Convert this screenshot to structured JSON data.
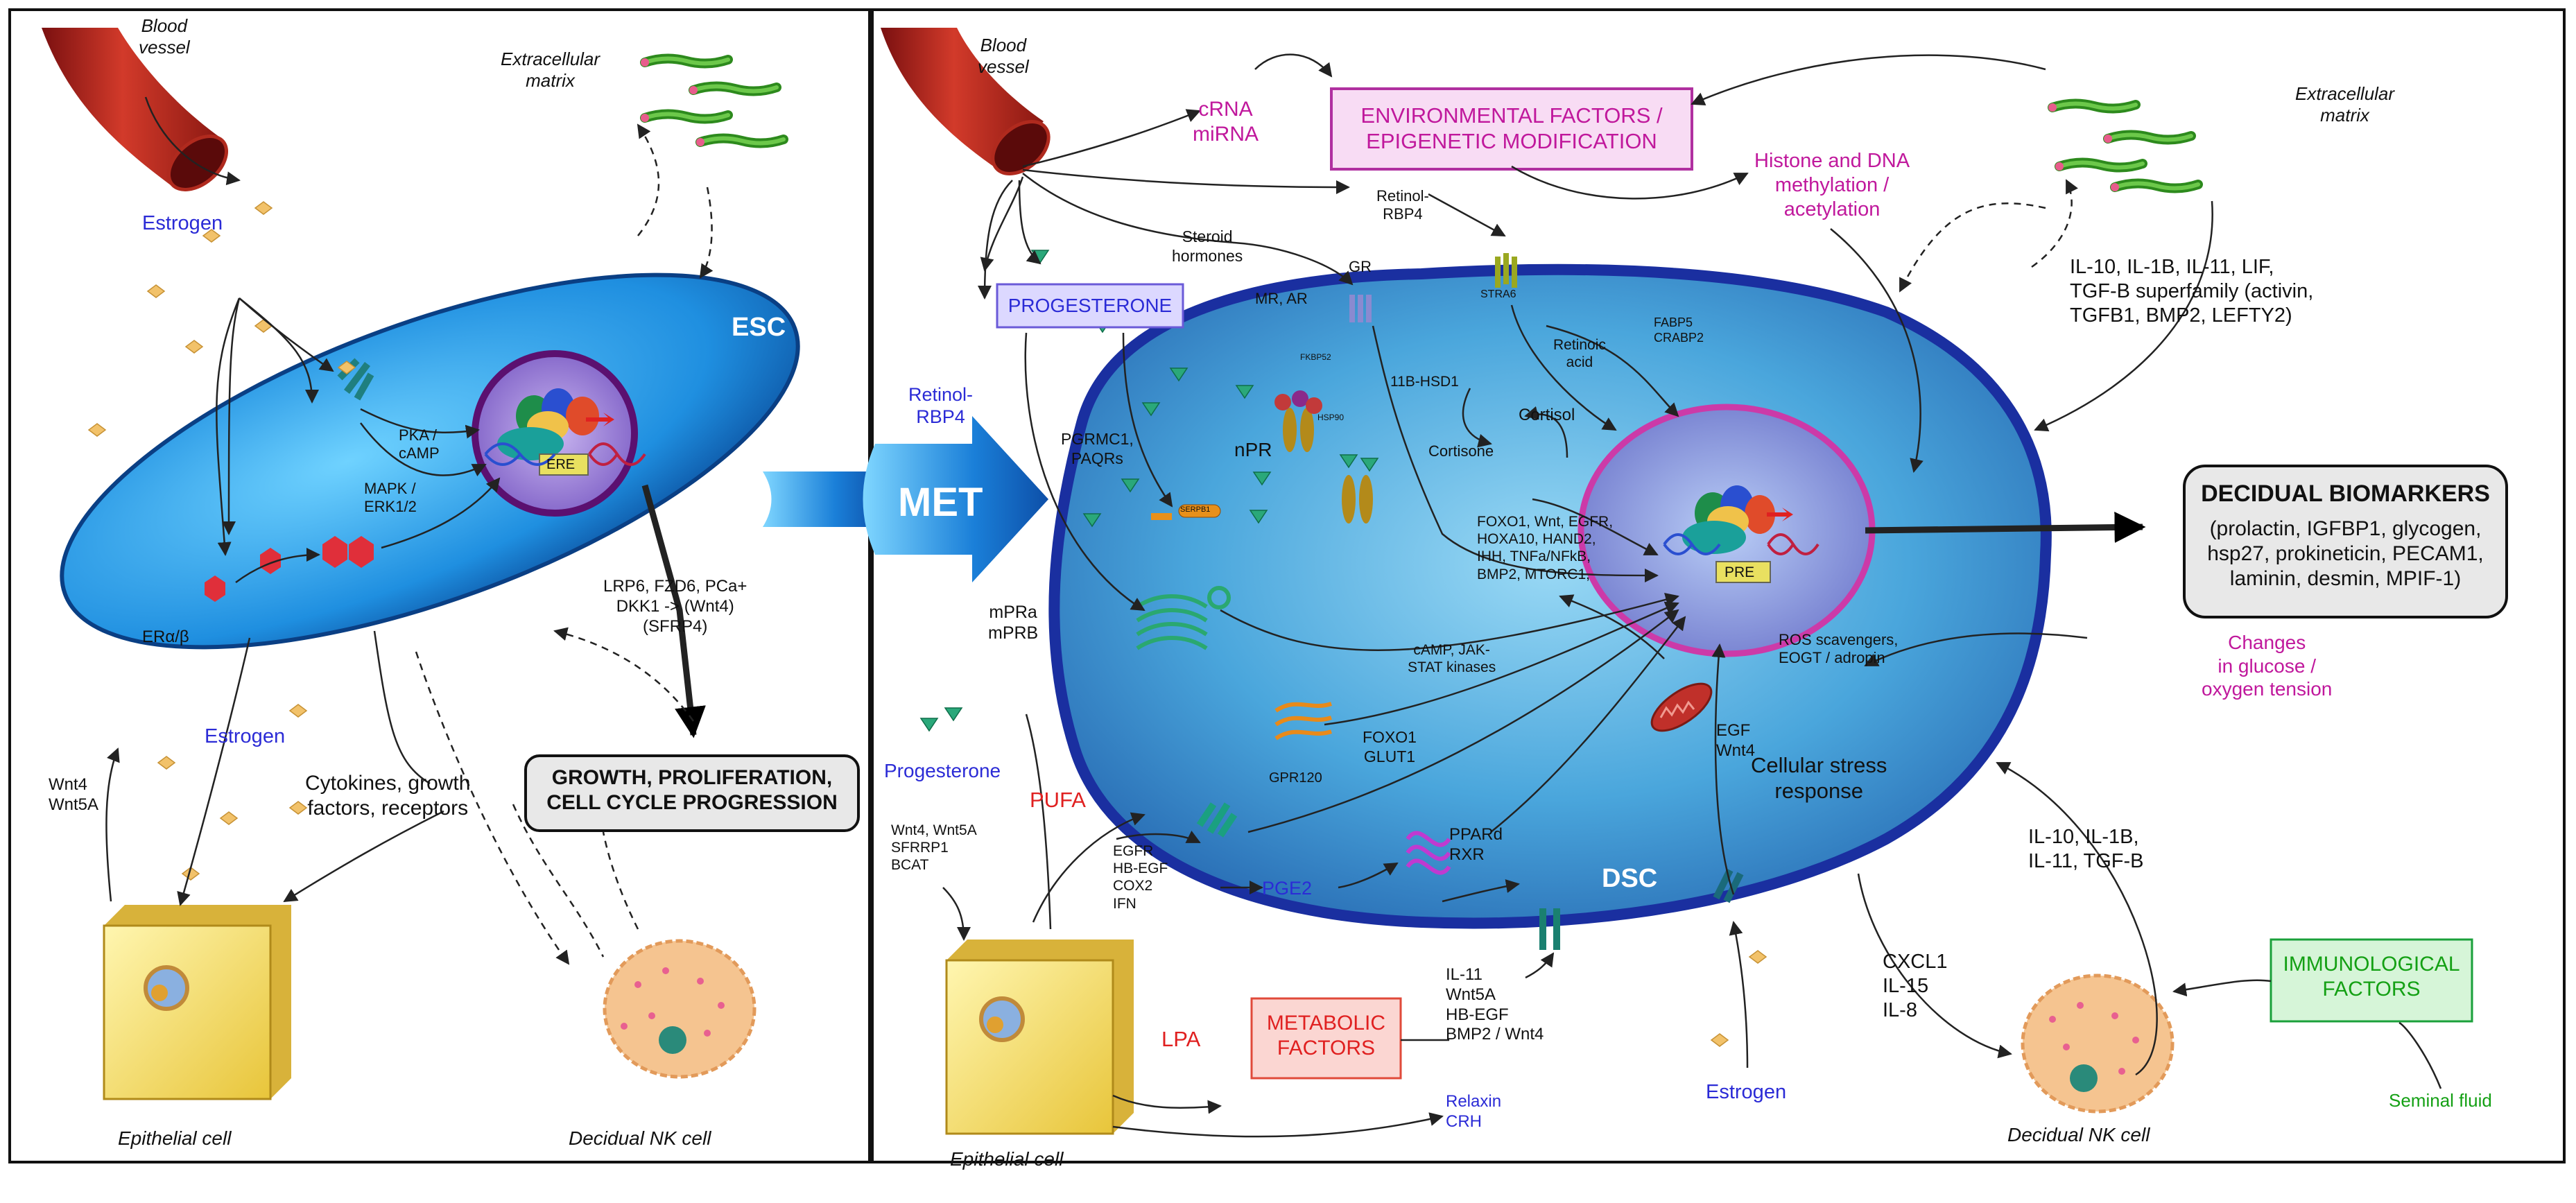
{
  "left_panel": {
    "blood_vessel": "Blood\nvessel",
    "ecm": "Extracellular\nmatrix",
    "estrogen_top": "Estrogen",
    "pka": "PKA /\ncAMP",
    "mapk": "MAPK /\nERK1/2",
    "esc": "ESC",
    "ere": "ERE",
    "er": "ERα/β",
    "lrp6": "LRP6, FZD6, PCa+\nDKK1 -> (Wnt4)\n(SFRP4)",
    "estrogen_bottom": "Estrogen",
    "wnt_left": "Wnt4\nWnt5A",
    "cytokines": "Cytokines, growth\nfactors, receptors",
    "growth_box": "GROWTH, PROLIFERATION,\nCELL CYCLE PROGRESSION",
    "epithelial": "Epithelial cell",
    "nk": "Decidual NK cell"
  },
  "met": "MET",
  "right_panel": {
    "blood_vessel": "Blood\nvessel",
    "crna": "cRNA\nmiRNA",
    "env_box": "ENVIRONMENTAL FACTORS /\nEPIGENETIC MODIFICATION",
    "histone": "Histone and DNA\nmethylation /\nacetylation",
    "ecm": "Extracellular\nmatrix",
    "ecm_factors": "IL-10, IL-1B, IL-11, LIF,\nTGF-B superfamily (activin,\nTGFB1, BMP2, LEFTY2)",
    "retinol_rbp4_top": "Retinol-\nRBP4",
    "steroid": "Steroid\nhormones",
    "stra6": "STRA6",
    "gr": "GR",
    "mr_ar": "MR, AR",
    "fabp5": "FABP5\nCRABP2",
    "retinoic": "Retinoic\nacid",
    "progesterone_box": "PROGESTERONE",
    "retinol_rbp4_left": "Retinol-\nRBP4",
    "hsd": "11B-HSD1",
    "fkbp": "FKBP52",
    "hsp90": "HSP90",
    "npr": "nPR",
    "cortisone": "Cortisone",
    "cortisol": "Cortisol",
    "pgrmc": "PGRMC1,\nPAQRs",
    "serpb": "SERPB1",
    "targets": "FOXO1, Wnt, EGFR,\nHOXA10, HAND2,\nIHH, TNFa/NFkB,\nBMP2, MTORC1,",
    "pre": "PRE",
    "mpr": "mPRa\nmPRB",
    "camp_jak": "cAMP, JAK-\nSTAT kinases",
    "ros": "ROS scavengers,\nEOGT / adropin",
    "foxo_glut": "FOXO1\nGLUT1",
    "gpr120": "GPR120",
    "stress": "Cellular stress\nresponse",
    "egf_wnt": "EGF\nWnt4",
    "glucose": "Changes\nin glucose /\noxygen tension",
    "decidual_biomarkers_title": "DECIDUAL BIOMARKERS",
    "decidual_biomarkers_body": "(prolactin, IGFBP1, glycogen,\nhsp27, prokineticin, PECAM1,\nlaminin, desmin, MPIF-1)",
    "progesterone_low": "Progesterone",
    "wnt_sfrp": "Wnt4, Wnt5A\nSFRRP1\nBCAT",
    "pufa": "PUFA",
    "egfr_list": "EGFR\nHB-EGF\nCOX2\nIFN",
    "pge2": "PGE2",
    "ppar": "PPARd\nRXR",
    "dsc": "DSC",
    "il_list": "IL-11\nWnt5A\nHB-EGF\nBMP2 / Wnt4",
    "relaxin": "Relaxin\nCRH",
    "lpa": "LPA",
    "metabolic_box": "METABOLIC\nFACTORS",
    "epithelial": "Epithelial cell",
    "estrogen": "Estrogen",
    "cxcl": "CXCL1\nIL-15\nIL-8",
    "il10_list": "IL-10, IL-1B,\nIL-11, TGF-B",
    "immuno_box": "IMMUNOLOGICAL\nFACTORS",
    "seminal": "Seminal fluid",
    "nk": "Decidual NK cell"
  }
}
